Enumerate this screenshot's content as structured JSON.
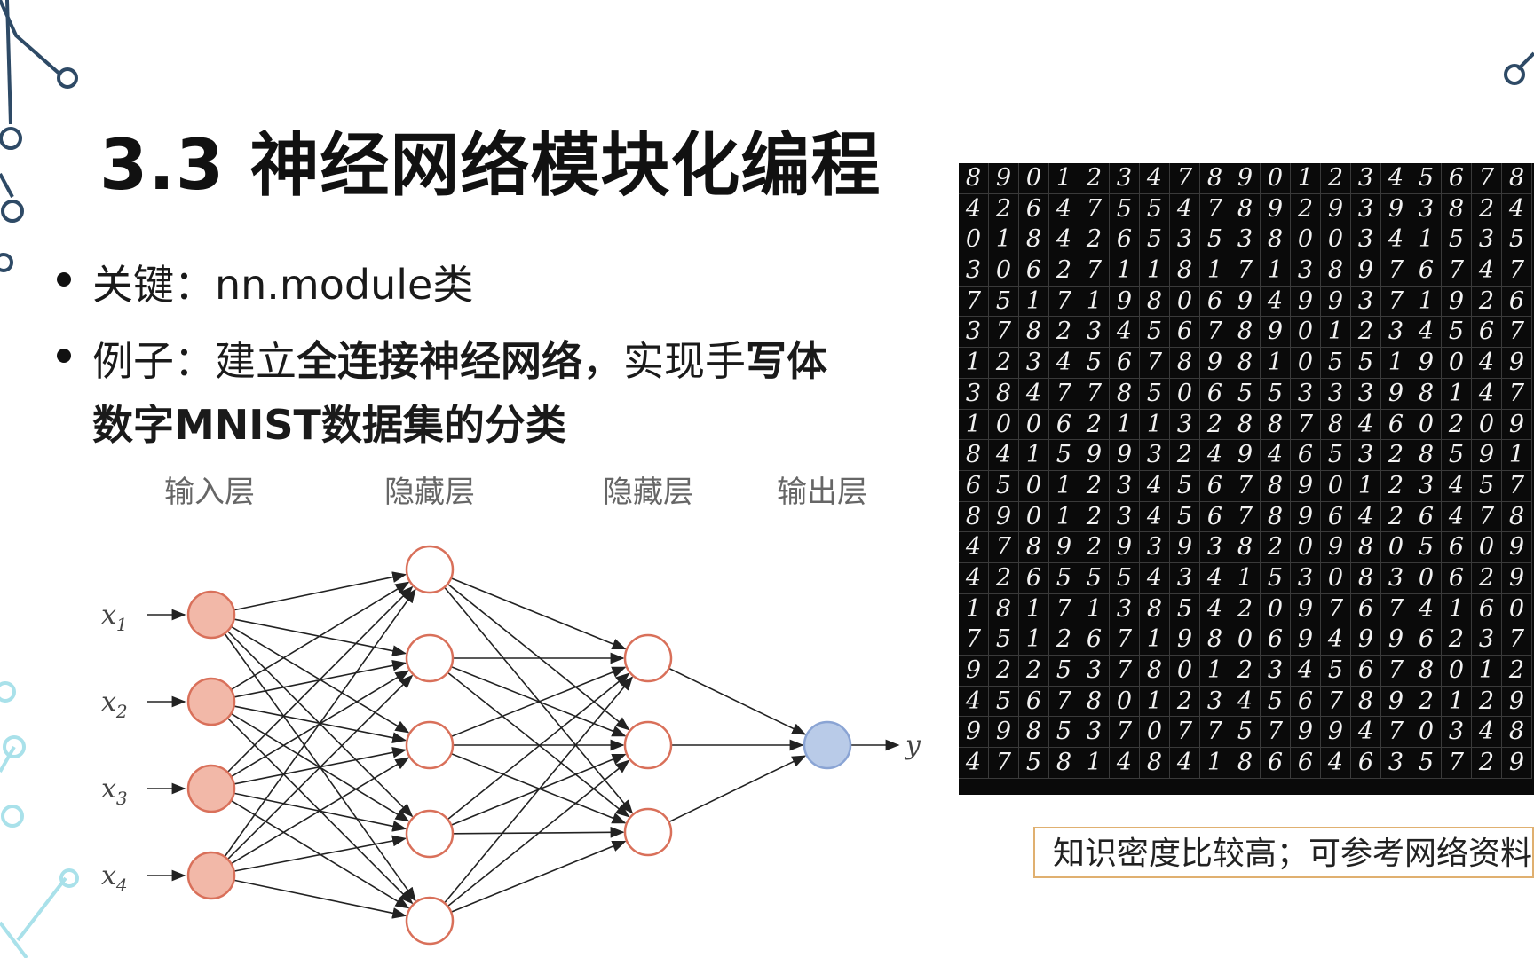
{
  "slide": {
    "title": "3.3 神经网络模块化编程",
    "bullets": [
      {
        "prefix": "关键：",
        "text": "nn.module类"
      },
      {
        "prefix": "例子：建立",
        "bold1": "全连接神经网络",
        "mid": "，实现手",
        "bold2": "写体",
        "line2": "数字MNIST数据集的分类"
      }
    ],
    "note": "知识密度比较高；可参考网络资料"
  },
  "network": {
    "layer_labels": [
      "输入层",
      "隐藏层",
      "隐藏层",
      "输出层"
    ],
    "input_vars": [
      "x",
      "x",
      "x",
      "x"
    ],
    "input_subs": [
      "1",
      "2",
      "3",
      "4"
    ],
    "output_var": "y",
    "layer_sizes": [
      4,
      5,
      3,
      1
    ],
    "colors": {
      "input": "#f2b8a8",
      "hidden": "#ffffff",
      "output": "#b9cbe8",
      "node_stroke": "#d9705a",
      "output_stroke": "#8aa4d4"
    }
  },
  "mnist": {
    "rows": [
      "8901234789012345678",
      "4264755478929393824",
      "0184265353800341535",
      "3062711817138976747",
      "7517198069499371926",
      "3782345678901234567",
      "1234567898105519049",
      "3847785065533398147",
      "1006211328878460209",
      "8415993249465328591",
      "6501234567890123457",
      "8901234567896426478",
      "4789293938209805609",
      "4265554341530830629",
      "1817138542097674160",
      "7512671980694996237",
      "9225378012345678012",
      "4567801234567892129",
      "9985370775799470348",
      "4758148418664635729"
    ]
  }
}
